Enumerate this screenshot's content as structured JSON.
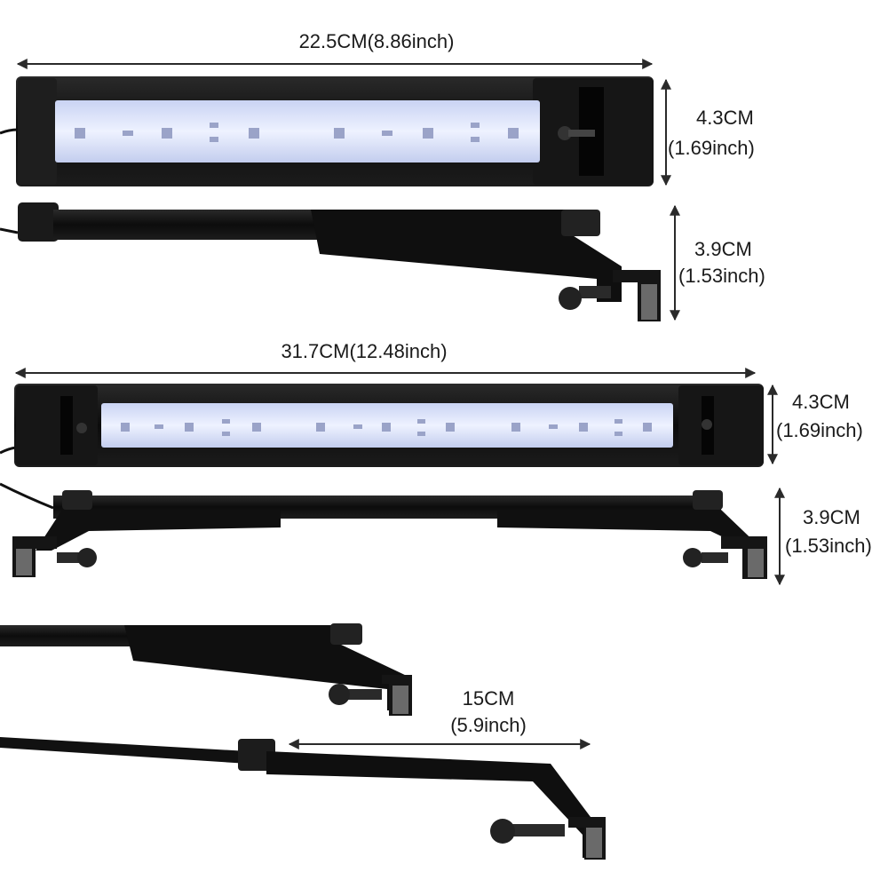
{
  "dimensions": {
    "small_length": "22.5CM(8.86inch)",
    "small_light_height_cm": "4.3CM",
    "small_light_height_in": "(1.69inch)",
    "small_bracket_height_cm": "3.9CM",
    "small_bracket_height_in": "(1.53inch)",
    "large_length": "31.7CM(12.48inch)",
    "large_light_height_cm": "4.3CM",
    "large_light_height_in": "(1.69inch)",
    "large_bracket_height_cm": "3.9CM",
    "large_bracket_height_in": "(1.53inch)",
    "extension_cm": "15CM",
    "extension_in": "(5.9inch)"
  },
  "colors": {
    "body": "#141414",
    "led_panel": "#dfe6fb",
    "arrow": "#2a2a2a"
  }
}
